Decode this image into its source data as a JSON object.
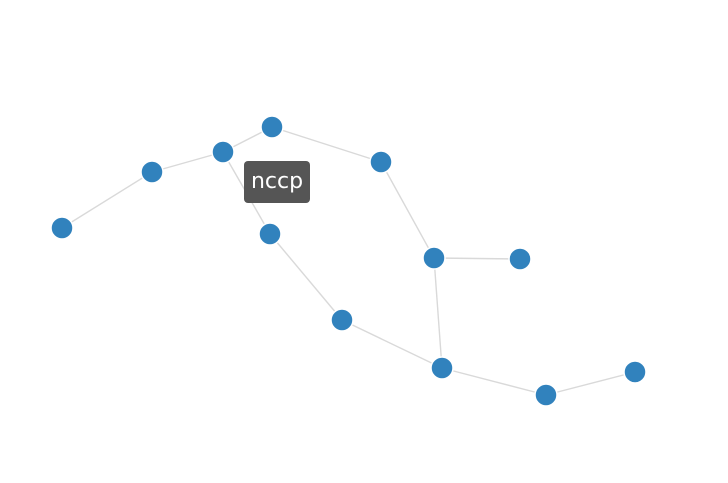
{
  "graph": {
    "node_color": "#3182bd",
    "edge_color": "#d9d9d9",
    "tooltip_bg": "#555555",
    "nodes": [
      {
        "id": "n1"
      },
      {
        "id": "n2"
      },
      {
        "id": "n3"
      },
      {
        "id": "n4"
      },
      {
        "id": "n5"
      },
      {
        "id": "n6"
      },
      {
        "id": "n7"
      },
      {
        "id": "n8"
      },
      {
        "id": "n9"
      },
      {
        "id": "n10"
      },
      {
        "id": "n11"
      },
      {
        "id": "n12"
      },
      {
        "id": "n13"
      }
    ],
    "edges": [
      {
        "source": "n1",
        "target": "n2"
      },
      {
        "source": "n2",
        "target": "n3"
      },
      {
        "source": "n3",
        "target": "n4"
      },
      {
        "source": "n4",
        "target": "n5"
      },
      {
        "source": "n5",
        "target": "n6"
      },
      {
        "source": "n6",
        "target": "n7"
      },
      {
        "source": "n3",
        "target": "n8"
      },
      {
        "source": "n8",
        "target": "n9"
      },
      {
        "source": "n9",
        "target": "n10"
      },
      {
        "source": "n10",
        "target": "n11"
      },
      {
        "source": "n11",
        "target": "n12"
      },
      {
        "source": "n10",
        "target": "n6"
      }
    ]
  },
  "tooltip": {
    "text": "nccp"
  }
}
